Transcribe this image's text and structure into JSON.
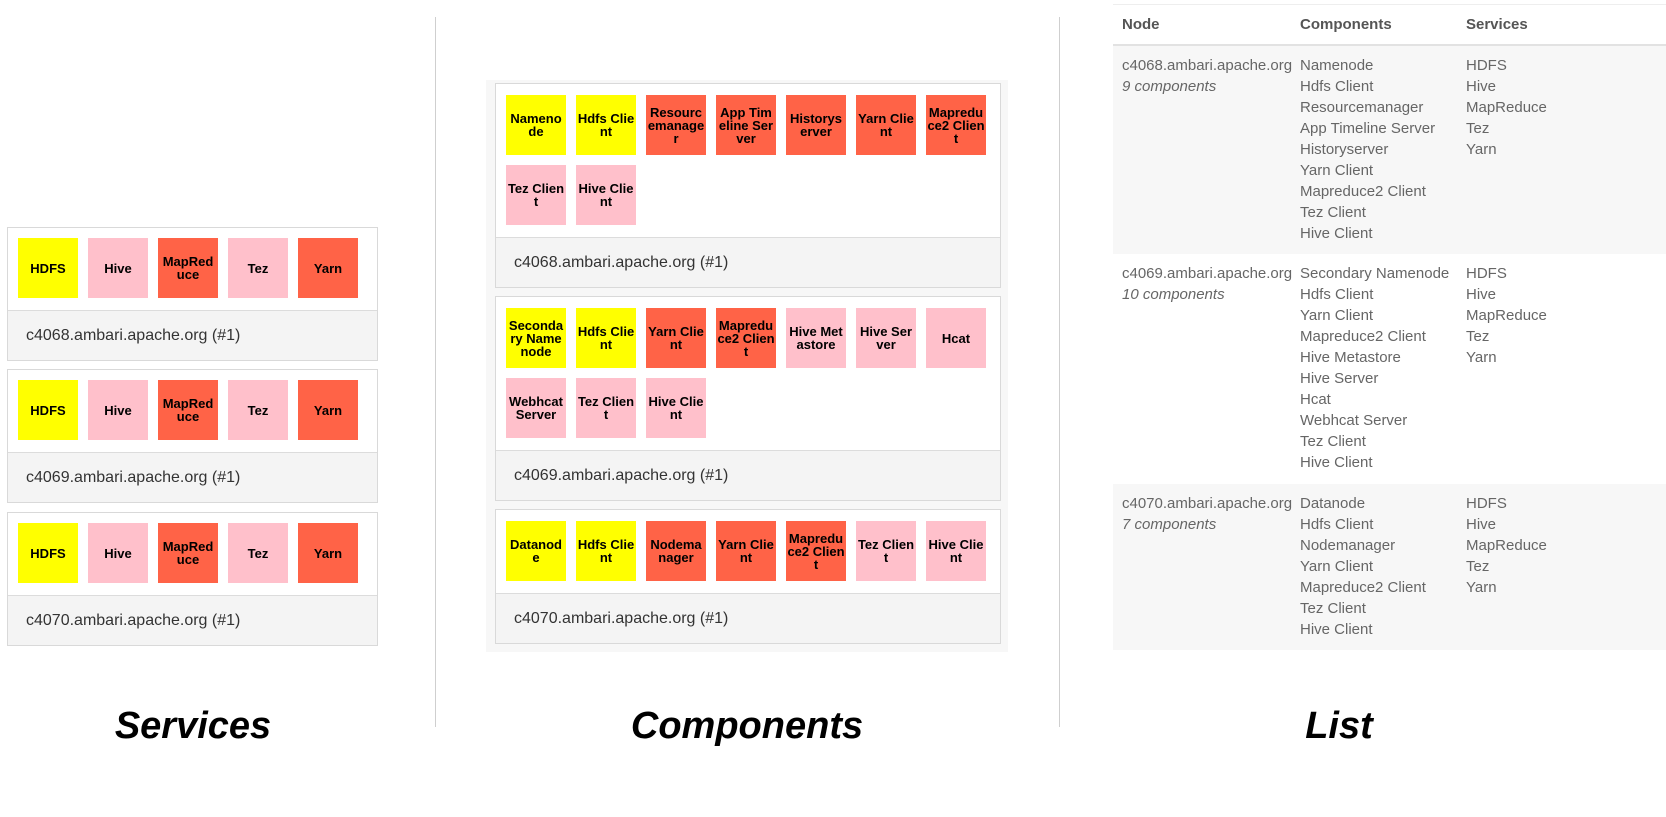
{
  "views": {
    "services_title": "Services",
    "components_title": "Components",
    "list_title": "List"
  },
  "colors": {
    "yellow": "#ffff00",
    "pink": "#ffc0cb",
    "red": "#ff6347"
  },
  "services_view": [
    {
      "label": "c4068.ambari.apache.org (#1)",
      "tiles": [
        {
          "text": "HDFS",
          "color": "yellow"
        },
        {
          "text": "Hive",
          "color": "pink"
        },
        {
          "text": "MapReduce",
          "color": "red"
        },
        {
          "text": "Tez",
          "color": "pink"
        },
        {
          "text": "Yarn",
          "color": "red"
        }
      ]
    },
    {
      "label": "c4069.ambari.apache.org (#1)",
      "tiles": [
        {
          "text": "HDFS",
          "color": "yellow"
        },
        {
          "text": "Hive",
          "color": "pink"
        },
        {
          "text": "MapReduce",
          "color": "red"
        },
        {
          "text": "Tez",
          "color": "pink"
        },
        {
          "text": "Yarn",
          "color": "red"
        }
      ]
    },
    {
      "label": "c4070.ambari.apache.org (#1)",
      "tiles": [
        {
          "text": "HDFS",
          "color": "yellow"
        },
        {
          "text": "Hive",
          "color": "pink"
        },
        {
          "text": "MapReduce",
          "color": "red"
        },
        {
          "text": "Tez",
          "color": "pink"
        },
        {
          "text": "Yarn",
          "color": "red"
        }
      ]
    }
  ],
  "components_view": [
    {
      "label": "c4068.ambari.apache.org (#1)",
      "tiles": [
        {
          "text": "Namenode",
          "color": "yellow"
        },
        {
          "text": "Hdfs Client",
          "color": "yellow"
        },
        {
          "text": "Resourcemanager",
          "color": "red"
        },
        {
          "text": "App Timeline Server",
          "color": "red"
        },
        {
          "text": "Historyserver",
          "color": "red"
        },
        {
          "text": "Yarn Client",
          "color": "red"
        },
        {
          "text": "Mapreduce2 Client",
          "color": "red"
        },
        {
          "text": "Tez Client",
          "color": "pink"
        },
        {
          "text": "Hive Client",
          "color": "pink"
        }
      ]
    },
    {
      "label": "c4069.ambari.apache.org (#1)",
      "tiles": [
        {
          "text": "Secondary Namenode",
          "color": "yellow"
        },
        {
          "text": "Hdfs Client",
          "color": "yellow"
        },
        {
          "text": "Yarn Client",
          "color": "red"
        },
        {
          "text": "Mapreduce2 Client",
          "color": "red"
        },
        {
          "text": "Hive Metastore",
          "color": "pink"
        },
        {
          "text": "Hive Server",
          "color": "pink"
        },
        {
          "text": "Hcat",
          "color": "pink"
        },
        {
          "text": "Webhcat Server",
          "color": "pink"
        },
        {
          "text": "Tez Client",
          "color": "pink"
        },
        {
          "text": "Hive Client",
          "color": "pink"
        }
      ]
    },
    {
      "label": "c4070.ambari.apache.org (#1)",
      "tiles": [
        {
          "text": "Datanode",
          "color": "yellow"
        },
        {
          "text": "Hdfs Client",
          "color": "yellow"
        },
        {
          "text": "Nodemanager",
          "color": "red"
        },
        {
          "text": "Yarn Client",
          "color": "red"
        },
        {
          "text": "Mapreduce2 Client",
          "color": "red"
        },
        {
          "text": "Tez Client",
          "color": "pink"
        },
        {
          "text": "Hive Client",
          "color": "pink"
        }
      ]
    }
  ],
  "list_view": {
    "headers": {
      "node": "Node",
      "components": "Components",
      "services": "Services"
    },
    "rows": [
      {
        "node": "c4068.ambari.apache.org",
        "count": "9 components",
        "components": [
          "Namenode",
          "Hdfs Client",
          "Resourcemanager",
          "App Timeline Server",
          "Historyserver",
          "Yarn Client",
          "Mapreduce2 Client",
          "Tez Client",
          "Hive Client"
        ],
        "services": [
          "HDFS",
          "Hive",
          "MapReduce",
          "Tez",
          "Yarn"
        ]
      },
      {
        "node": "c4069.ambari.apache.org",
        "count": "10 components",
        "components": [
          "Secondary Namenode",
          "Hdfs Client",
          "Yarn Client",
          "Mapreduce2 Client",
          "Hive Metastore",
          "Hive Server",
          "Hcat",
          "Webhcat Server",
          "Tez Client",
          "Hive Client"
        ],
        "services": [
          "HDFS",
          "Hive",
          "MapReduce",
          "Tez",
          "Yarn"
        ]
      },
      {
        "node": "c4070.ambari.apache.org",
        "count": "7 components",
        "components": [
          "Datanode",
          "Hdfs Client",
          "Nodemanager",
          "Yarn Client",
          "Mapreduce2 Client",
          "Tez Client",
          "Hive Client"
        ],
        "services": [
          "HDFS",
          "Hive",
          "MapReduce",
          "Tez",
          "Yarn"
        ]
      }
    ]
  }
}
